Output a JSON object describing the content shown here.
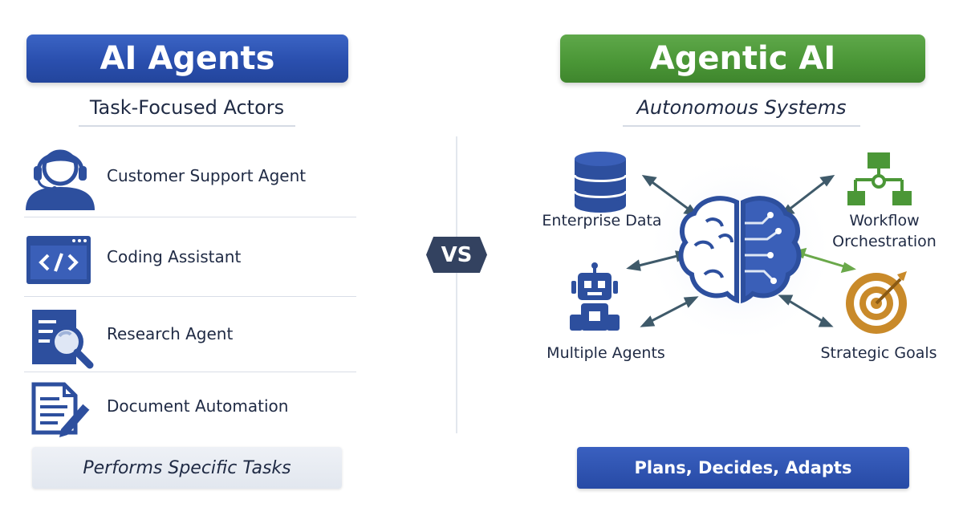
{
  "left": {
    "title": "AI Agents",
    "subtitle": "Task-Focused Actors",
    "items": [
      {
        "label": "Customer Support Agent",
        "icon": "headset-person-icon"
      },
      {
        "label": "Coding Assistant",
        "icon": "code-window-icon"
      },
      {
        "label": "Research Agent",
        "icon": "document-magnifier-icon"
      },
      {
        "label": "Document Automation",
        "icon": "document-pencil-icon"
      }
    ],
    "footer": "Performs Specific Tasks"
  },
  "vs": "VS",
  "right": {
    "title": "Agentic AI",
    "subtitle": "Autonomous Systems",
    "center_icon": "brain-circuit-icon",
    "nodes": [
      {
        "label_lines": [
          "Enterprise Data"
        ],
        "icon": "database-icon"
      },
      {
        "label_lines": [
          "Workflow",
          "Orchestration"
        ],
        "icon": "workflow-hierarchy-icon"
      },
      {
        "label_lines": [
          "Multiple Agents"
        ],
        "icon": "robot-icon"
      },
      {
        "label_lines": [
          "Strategic Goals"
        ],
        "icon": "target-arrow-icon"
      }
    ],
    "footer": "Plans, Decides, Adapts"
  },
  "colors": {
    "brand_blue": "#2a4fae",
    "brand_green": "#4b9737",
    "icon_blue": "#2d4f9e",
    "gold": "#c98a2a",
    "vs_bg": "#334260"
  }
}
